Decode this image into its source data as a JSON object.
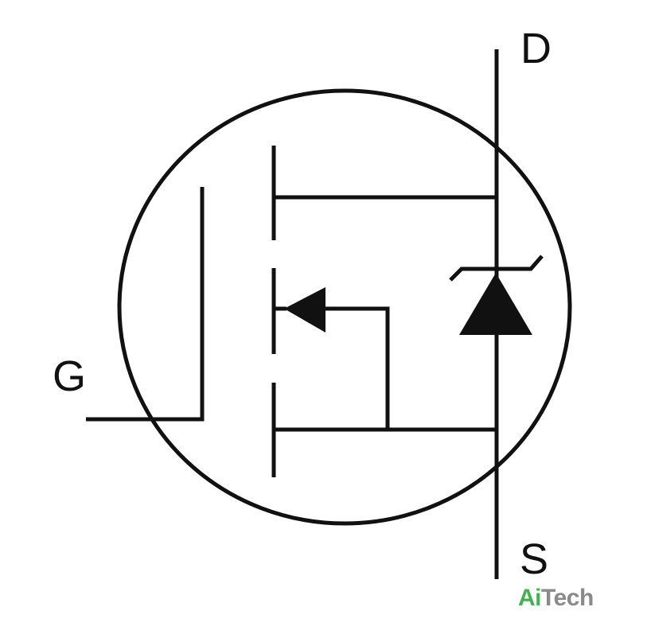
{
  "diagram": {
    "terminals": {
      "drain": "D",
      "gate": "G",
      "source": "S"
    },
    "stroke_color": "#111111",
    "background_color": "#ffffff"
  },
  "watermark": {
    "part_a": "Ai",
    "part_b": "Tech",
    "color_a": "#3fb34f",
    "color_b": "#8a8a8a"
  }
}
